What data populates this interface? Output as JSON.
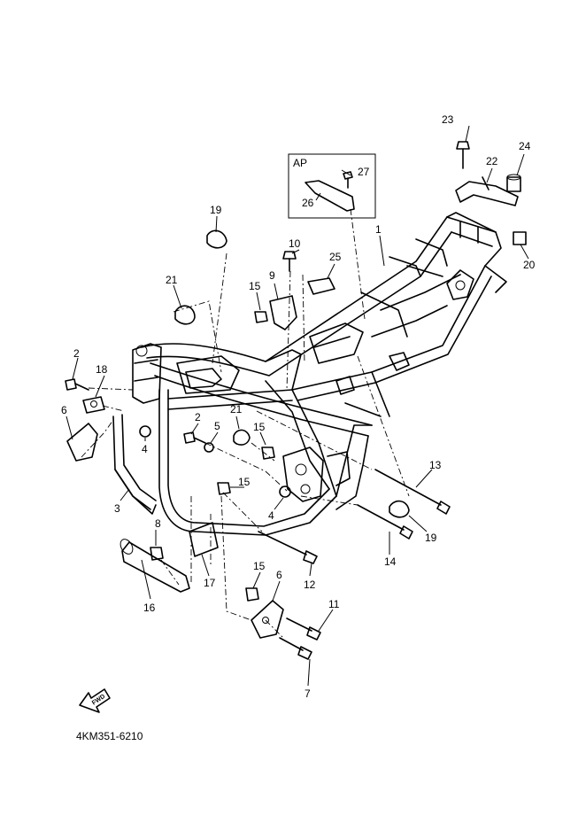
{
  "callouts": [
    {
      "id": "c1",
      "text": "1"
    },
    {
      "id": "c2a",
      "text": "2"
    },
    {
      "id": "c2b",
      "text": "2"
    },
    {
      "id": "c3",
      "text": "3"
    },
    {
      "id": "c4a",
      "text": "4"
    },
    {
      "id": "c4b",
      "text": "4"
    },
    {
      "id": "c5",
      "text": "5"
    },
    {
      "id": "c6a",
      "text": "6"
    },
    {
      "id": "c6b",
      "text": "6"
    },
    {
      "id": "c7",
      "text": "7"
    },
    {
      "id": "c8",
      "text": "8"
    },
    {
      "id": "c9",
      "text": "9"
    },
    {
      "id": "c10",
      "text": "10"
    },
    {
      "id": "c11",
      "text": "11"
    },
    {
      "id": "c12",
      "text": "12"
    },
    {
      "id": "c13",
      "text": "13"
    },
    {
      "id": "c14",
      "text": "14"
    },
    {
      "id": "c15a",
      "text": "15"
    },
    {
      "id": "c15b",
      "text": "15"
    },
    {
      "id": "c15c",
      "text": "15"
    },
    {
      "id": "c15d",
      "text": "15"
    },
    {
      "id": "c16",
      "text": "16"
    },
    {
      "id": "c17",
      "text": "17"
    },
    {
      "id": "c18",
      "text": "18"
    },
    {
      "id": "c19a",
      "text": "19"
    },
    {
      "id": "c19b",
      "text": "19"
    },
    {
      "id": "c20",
      "text": "20"
    },
    {
      "id": "c21a",
      "text": "21"
    },
    {
      "id": "c21b",
      "text": "21"
    },
    {
      "id": "c22",
      "text": "22"
    },
    {
      "id": "c23",
      "text": "23"
    },
    {
      "id": "c24",
      "text": "24"
    },
    {
      "id": "c25",
      "text": "25"
    },
    {
      "id": "c26",
      "text": "26"
    },
    {
      "id": "c27",
      "text": "27"
    }
  ],
  "inset": {
    "label": "AP"
  },
  "direction_arrow": {
    "label": "FWD"
  },
  "drawing_code": "4KM351-6210"
}
